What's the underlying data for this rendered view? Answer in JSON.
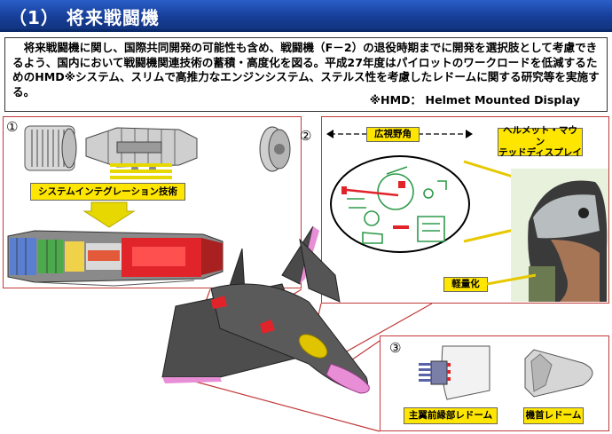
{
  "title": "（1）  将来戦闘機",
  "intro": {
    "text": "　将来戦闘機に関し、国際共同開発の可能性も含め、戦闘機（F－2）の退役時期までに開発を選択肢として考慮できるよう、国内において戦闘機関連技術の蓄積・高度化を図る。平成27年度はパイロットのワークロードを低減するためのHMD※システム、スリムで高推力なエンジンシステム、ステルス性を考慮したレドームに関する研究等を実施する。",
    "note": "※HMD：  Helmet Mounted Display"
  },
  "panel1": {
    "number": "①",
    "label": "システムインテグレーション技術"
  },
  "panel2": {
    "number": "②",
    "fov_label": "広視野角",
    "helmet_label_line1": "ヘルメット・マウン",
    "helmet_label_line2": "テッドディスプレイ",
    "light_label": "軽量化"
  },
  "panel3": {
    "number": "③",
    "wing_label": "主翼前縁部レドーム",
    "nose_label": "機首レドーム"
  },
  "colors": {
    "title_bg": "#173f9a",
    "panel_border": "#c23a3a",
    "label_bg": "#ffe600",
    "hmd_green": "#2f9a4a",
    "radome_pink": "#e88ed6"
  }
}
